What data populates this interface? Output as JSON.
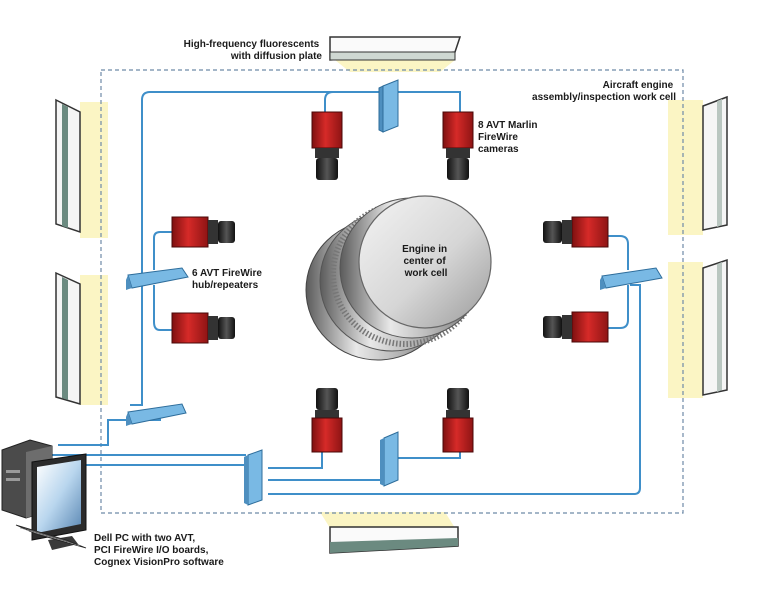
{
  "colors": {
    "cable": "#3f8fc9",
    "hub_fill": "#79b9e4",
    "hub_edge": "#2e6d9b",
    "camera_red": "#c8201f",
    "camera_dark": "#2a2a2a",
    "glow": "#fbf5c4",
    "cell_border": "#6e8aa8"
  },
  "labels": {
    "lights": [
      "High-frequency fluorescents",
      "with diffusion plate"
    ],
    "work_cell": [
      "Aircraft engine",
      "assembly/inspection work cell"
    ],
    "cameras": [
      "8 AVT Marlin",
      "FireWire",
      "cameras"
    ],
    "engine": [
      "Engine in",
      "center of",
      "work cell"
    ],
    "hubs": [
      "6 AVT FireWire",
      "hub/repeaters"
    ],
    "pc": [
      "Dell PC with two AVT,",
      "PCI FireWire I/O boards,",
      "Cognex VisionPro software"
    ]
  },
  "icons": [
    "fluorescent-light-icon",
    "camera-icon",
    "hub-icon",
    "engine-icon",
    "computer-icon"
  ]
}
